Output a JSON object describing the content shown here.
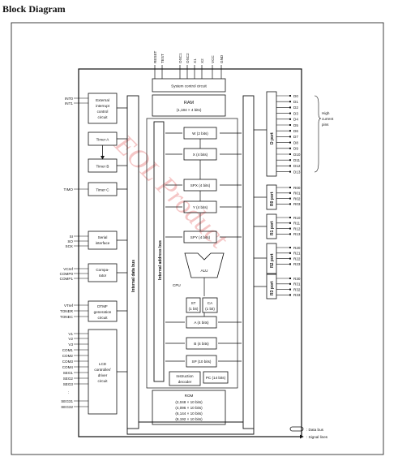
{
  "title": "Block Diagram",
  "watermark": "EOL Product",
  "top_pins": [
    "RESET",
    "TEST",
    "OSC1",
    "OSC2",
    "X1",
    "X2",
    "VCC",
    "GND"
  ],
  "system_control": "System control circuit",
  "ram": {
    "line1": "RAM",
    "line2": "(1,184 × 4 bits)"
  },
  "interrupt": {
    "pins": [
      "INT0",
      "INT1"
    ],
    "l1": "External",
    "l2": "interrupt",
    "l3": "control",
    "l4": "circuit"
  },
  "timer_a": "Timer A",
  "timer_b": "Timer B",
  "timer_c": "Timer C",
  "timo_pin": "TIMO",
  "serial": {
    "pins": [
      "SI",
      "SO",
      "SCK"
    ],
    "l1": "Serial",
    "l2": "interface"
  },
  "comparator": {
    "pins": [
      "VCref",
      "COMP0",
      "COMP1"
    ],
    "l1": "Compa-",
    "l2": "rator"
  },
  "dtmf": {
    "pins": [
      "VTref",
      "TONER",
      "TONEC"
    ],
    "l1": "DTMF",
    "l2": "generation",
    "l3": "circuit"
  },
  "lcd": {
    "pins": [
      "V1",
      "V2",
      "V3",
      "COM1",
      "COM2",
      "COM3",
      "COM4",
      "SEG1",
      "SEG2",
      "SEG3",
      "SEG31",
      "SEG32"
    ],
    "l1": "LCD",
    "l2": "controller/",
    "l3": "driver",
    "l4": "circuit"
  },
  "internal_data_bus": "Internal data bus",
  "internal_address_bus": "Internal address bus",
  "cpu": "CPU",
  "alu": "ALU",
  "registers": {
    "w": "W (2 bits)",
    "x": "X (4 bits)",
    "spx": "SPX (4 bits)",
    "y": "Y (4 bits)",
    "spy": "SPY (4 bits)",
    "st": "ST",
    "st2": "(1 bit)",
    "ca": "CA",
    "ca2": "(1 bit)",
    "a": "A (4 bits)",
    "b": "B (4 bits)",
    "sp": "SP (10 bits)"
  },
  "instruction_decoder": {
    "l1": "Instruction",
    "l2": "decoder"
  },
  "pc": "PC (14 bits)",
  "rom": {
    "l0": "ROM",
    "l1": "(2,048 × 10 bits)",
    "l2": "(4,096 × 10 bits)",
    "l3": "(6,144 × 10 bits)",
    "l4": "(8,192 × 10 bits)"
  },
  "d_port": {
    "label": "D port",
    "pins": [
      "D0",
      "D1",
      "D2",
      "D3",
      "D4",
      "D5",
      "D6",
      "D7",
      "D8",
      "D9",
      "D10",
      "D11",
      "D12",
      "D13"
    ],
    "note1": "High",
    "note2": "current",
    "note3": "pins"
  },
  "r0_port": {
    "label": "R0 port",
    "pins": [
      "R00",
      "R01",
      "R02",
      "R03"
    ]
  },
  "r1_port": {
    "label": "R1 port",
    "pins": [
      "R10",
      "R11",
      "R12",
      "R13"
    ]
  },
  "r2_port": {
    "label": "R2 port",
    "pins": [
      "R20",
      "R21",
      "R22",
      "R23"
    ]
  },
  "r3_port": {
    "label": "R3 port",
    "pins": [
      "R30",
      "R31",
      "R32",
      "R33"
    ]
  },
  "legend": {
    "data_bus": ": Data bus",
    "signal_lines": ": Signal lines"
  }
}
